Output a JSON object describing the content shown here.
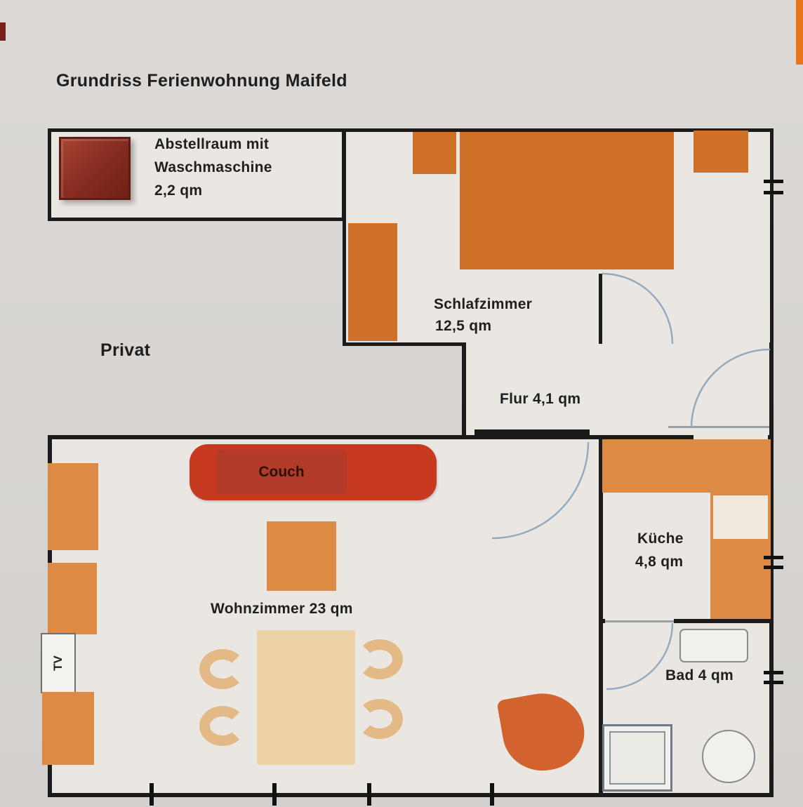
{
  "title": "Grundriss Ferienwohnung Maifeld",
  "privat_label": "Privat",
  "rooms": {
    "abstellraum": {
      "line1": "Abstellraum mit",
      "line2": "Waschmaschine",
      "line3": "2,2 qm"
    },
    "schlafzimmer": {
      "name": "Schlafzimmer",
      "area": "12,5 qm"
    },
    "flur": {
      "label": "Flur 4,1 qm"
    },
    "wohnzimmer": {
      "label": "Wohnzimmer 23 qm"
    },
    "kueche": {
      "name": "Küche",
      "area": "4,8 qm"
    },
    "bad": {
      "label": "Bad 4 qm"
    }
  },
  "furniture": {
    "couch_label": "Couch",
    "tv_label": "TV"
  },
  "colors": {
    "background": "#d3d0cd",
    "background_top": "#dcd9d6",
    "room_fill": "#eae7e3",
    "wall": "#1b1b1b",
    "orange": "#cf7029",
    "orange_light": "#dd8b44",
    "tan": "#ecd2a4",
    "chair_tan": "#e3ba85",
    "couch_red": "#c73a20",
    "couch_inner": "#b23a28",
    "washer_red": "#8a2e22",
    "blob_orange": "#d2622e",
    "door_arc": "#8fa8bd",
    "fixture_border": "#8a8a8a",
    "fixture_fill": "#f2f0ec",
    "text": "#1f1f1f"
  }
}
